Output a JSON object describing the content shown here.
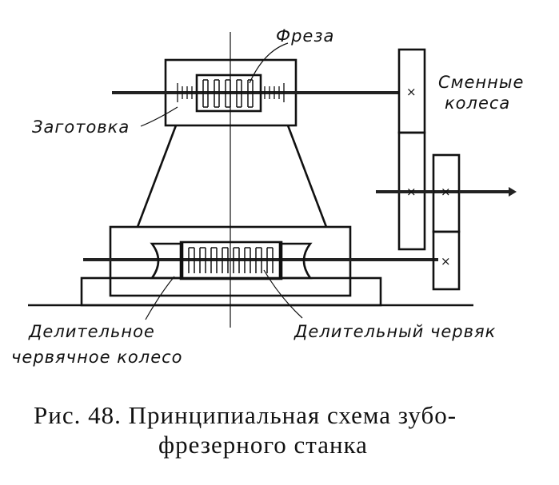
{
  "labels": {
    "freza": "Фреза",
    "zagotovka": "Заготовка",
    "smennye_1": "Сменные",
    "smennye_2": "колеса",
    "delitelnoe_1": "Делительное",
    "delitelnoe_2": "червячное колесо",
    "chervyak": "Делительный червяк"
  },
  "caption": {
    "line1": "Рис. 48. Принципиальная схема зубо-",
    "line2": "фрезерного станка"
  }
}
